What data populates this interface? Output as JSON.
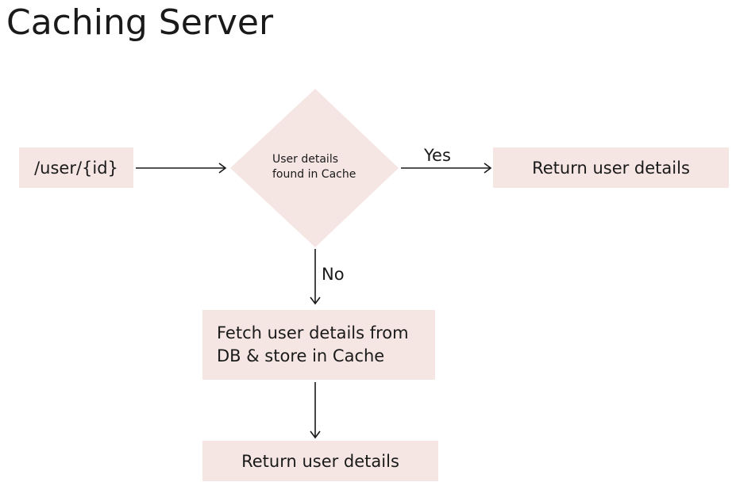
{
  "title": "Caching Server",
  "nodes": {
    "endpoint": "/user/{id}",
    "decision": {
      "line1": "User details",
      "line2": "found in Cache"
    },
    "return_top": "Return user details",
    "fetch": {
      "line1": "Fetch user details from",
      "line2": "DB & store in Cache"
    },
    "return_bottom": "Return user details"
  },
  "edges": {
    "yes_label": "Yes",
    "no_label": "No"
  },
  "colors": {
    "node_fill": "#f5e6e4",
    "text": "#1a1a1a",
    "arrow": "#1a1a1a"
  }
}
